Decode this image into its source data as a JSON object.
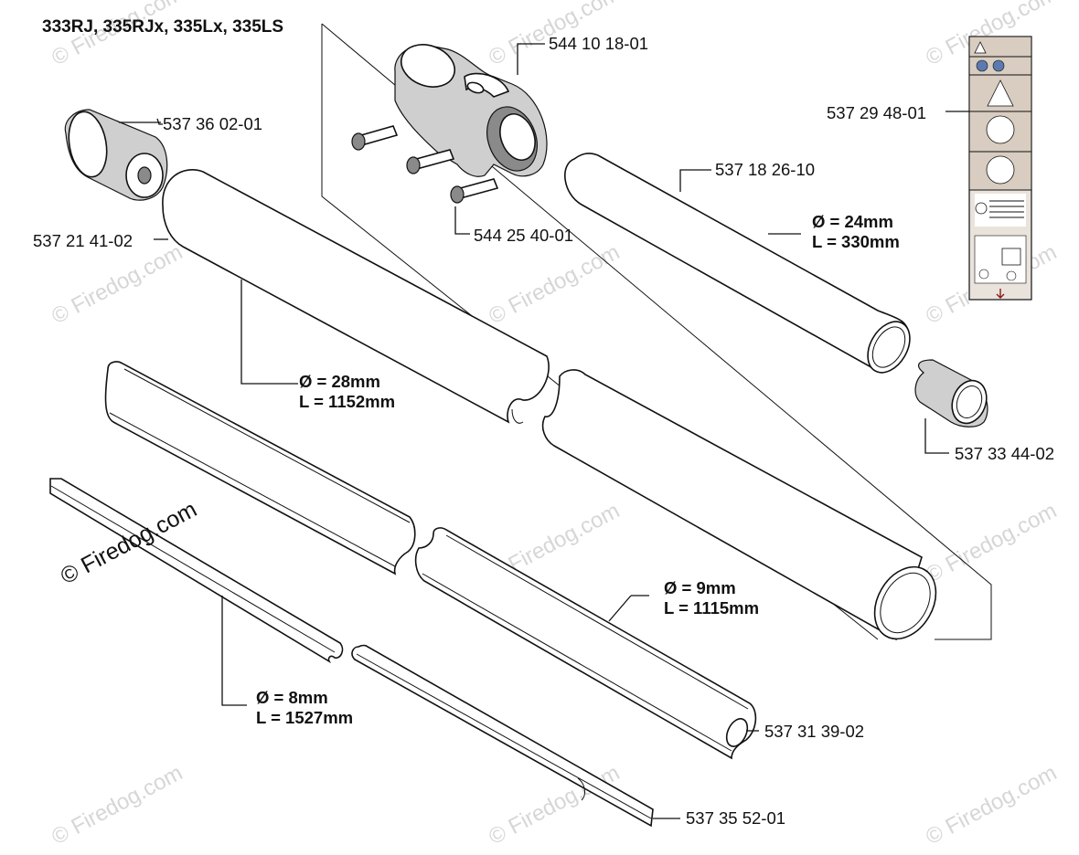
{
  "title": "333RJ, 335RJx, 335Lx, 335LS",
  "parts": {
    "clamp": "544 10 18-01",
    "screw": "544 25 40-01",
    "plug": "537 36 02-01",
    "outer_tube": "537 21 41-02",
    "short_tube": "537 18 26-10",
    "decal": "537 29 48-01",
    "sleeve": "537 33 44-02",
    "liner": "537 31 39-02",
    "shaft": "537 35 52-01"
  },
  "dimensions": {
    "short_tube": {
      "dia": "Ø = 24mm",
      "len": "L = 330mm"
    },
    "outer_tube": {
      "dia": "Ø = 28mm",
      "len": "L = 1152mm"
    },
    "liner": {
      "dia": "Ø = 9mm",
      "len": "L = 1115mm"
    },
    "shaft": {
      "dia": "Ø = 8mm",
      "len": "L = 1527mm"
    }
  },
  "watermark": {
    "text": "© Firedog.com"
  }
}
